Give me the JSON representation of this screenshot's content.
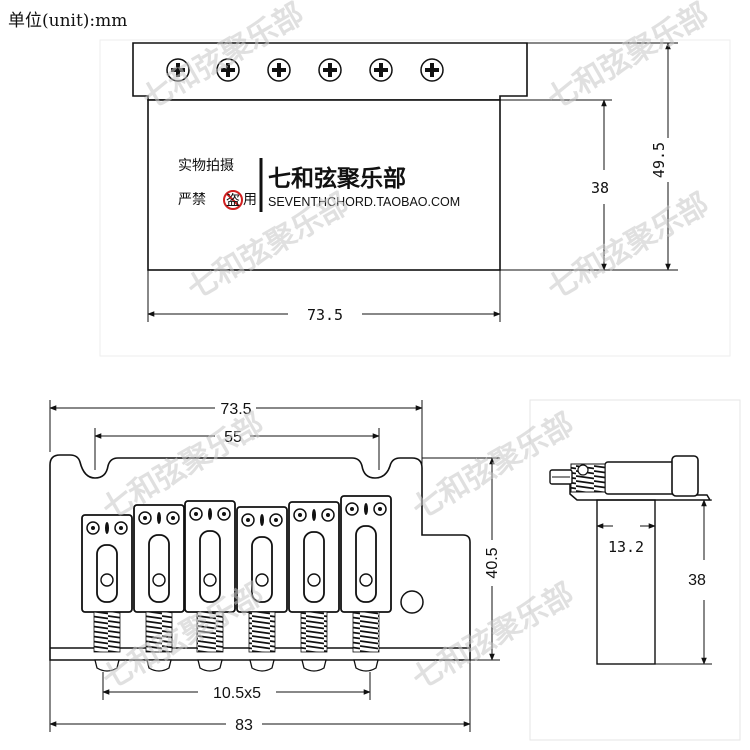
{
  "units_label": "单位(unit):mm",
  "watermark": "七和弦聚乐部",
  "top_view": {
    "brand_name": "七和弦聚乐部",
    "brand_url": "SEVENTHCHORD.TAOBAO.COM",
    "notice_line1": "实物拍摄",
    "notice_line2a": "严禁",
    "notice_stamp": "盗",
    "notice_line2b": "用",
    "width_label": "73.5",
    "height_inner_label": "38",
    "height_total_label": "49.5"
  },
  "front_view": {
    "top_width_label": "73.5",
    "screw_span_label": "55",
    "height_label": "40.5",
    "saddle_spacing_label": "10.5x5",
    "total_width_label": "83"
  },
  "side_view": {
    "depth_label": "13.2",
    "height_label": "38"
  }
}
